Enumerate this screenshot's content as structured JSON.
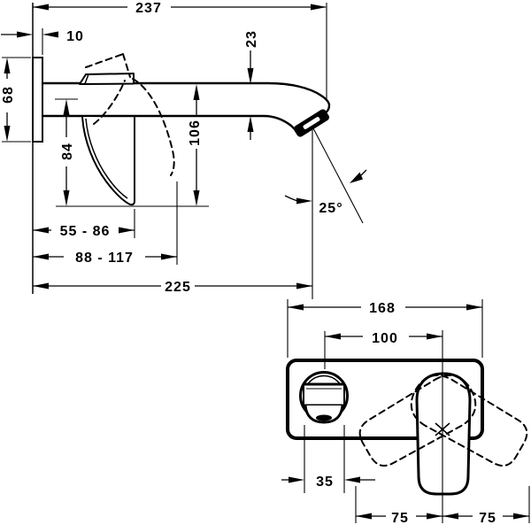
{
  "side_view": {
    "overall_depth": "237",
    "plate_thickness": "10",
    "plate_height": "68",
    "spout_section_height": "23",
    "lever_drop": "84",
    "spout_tip_drop": "106",
    "lever_reach_range": "55 - 86",
    "lever_top_range": "88 - 117",
    "spout_reach": "225",
    "spray_angle": "25°"
  },
  "front_view": {
    "plate_width": "168",
    "centers_distance": "100",
    "spout_hole_width": "35",
    "swing_left": "75",
    "swing_right": "75"
  }
}
